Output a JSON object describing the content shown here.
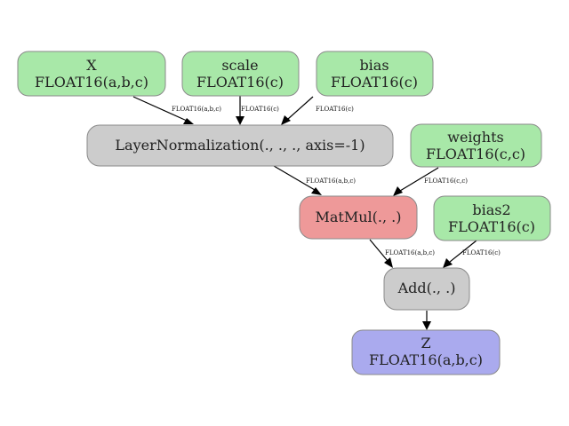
{
  "colors": {
    "input": "#a8e8a8",
    "op": "#cccccc",
    "highlight": "#ee9999",
    "output": "#aaaaee"
  },
  "nodes": {
    "x": {
      "line1": "X",
      "line2": "FLOAT16(a,b,c)",
      "kind": "input"
    },
    "scale": {
      "line1": "scale",
      "line2": "FLOAT16(c)",
      "kind": "input"
    },
    "bias": {
      "line1": "bias",
      "line2": "FLOAT16(c)",
      "kind": "input"
    },
    "layernorm": {
      "line1": "LayerNormalization(., ., ., axis=-1)",
      "kind": "op"
    },
    "weights": {
      "line1": "weights",
      "line2": "FLOAT16(c,c)",
      "kind": "input"
    },
    "matmul": {
      "line1": "MatMul(., .)",
      "kind": "highlight"
    },
    "bias2": {
      "line1": "bias2",
      "line2": "FLOAT16(c)",
      "kind": "input"
    },
    "add": {
      "line1": "Add(., .)",
      "kind": "op"
    },
    "z": {
      "line1": "Z",
      "line2": "FLOAT16(a,b,c)",
      "kind": "output"
    }
  },
  "edges": {
    "x_ln": {
      "label": "FLOAT16(a,b,c)"
    },
    "scale_ln": {
      "label": "FLOAT16(c)"
    },
    "bias_ln": {
      "label": "FLOAT16(c)"
    },
    "ln_matmul": {
      "label": "FLOAT16(a,b,c)"
    },
    "weights_mm": {
      "label": "FLOAT16(c,c)"
    },
    "matmul_add": {
      "label": "FLOAT16(a,b,c)"
    },
    "bias2_add": {
      "label": "FLOAT16(c)"
    },
    "add_z": {
      "label": ""
    }
  }
}
